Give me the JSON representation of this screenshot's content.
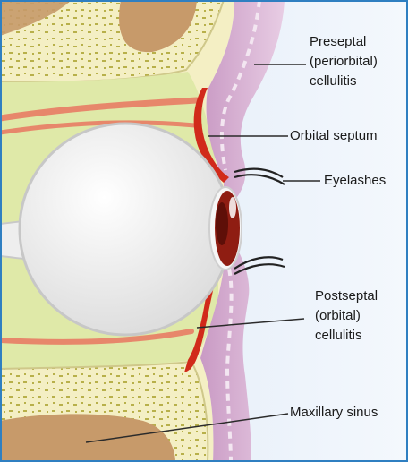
{
  "labels": {
    "preseptal": {
      "line1": "Preseptal",
      "line2": "(periorbital)",
      "line3": "cellulitis"
    },
    "orbital_septum": "Orbital septum",
    "eyelashes": "Eyelashes",
    "postseptal": {
      "line1": "Postseptal",
      "line2": "(orbital)",
      "line3": "cellulitis"
    },
    "maxillary_sinus": "Maxillary sinus"
  },
  "colors": {
    "frame_border": "#2f7fc1",
    "background": "#eaf2fb",
    "bone": "#f4efc4",
    "bone_speckle": "#b8b04a",
    "sinus": "#c79a6a",
    "orbital_fat": "#dfe9a8",
    "eyelid_skin": "#d9a9d0",
    "eyelid_skin_light": "#eed6ea",
    "septum_red": "#d12a1a",
    "muscle": "#e7876b",
    "eyeball": "#f2f2f2",
    "iris": "#8f1d12",
    "leader_line": "#2b2b2b"
  }
}
